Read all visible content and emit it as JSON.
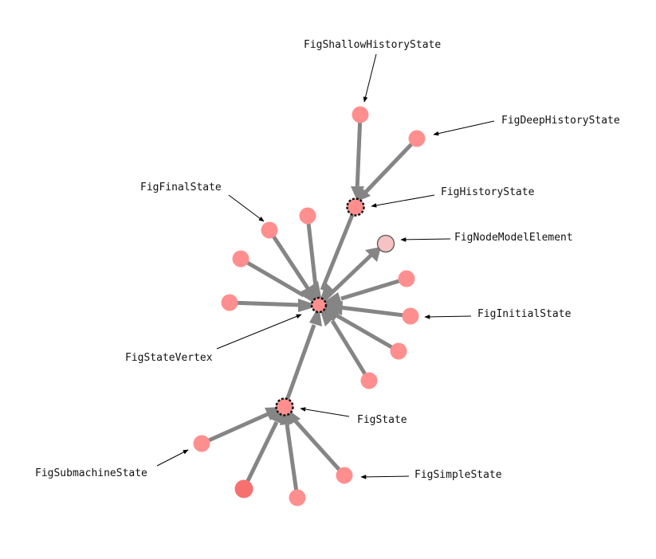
{
  "diagram": {
    "type": "class hierarchy graph",
    "colors": {
      "node": "#ff8f8f",
      "node_dark": "#f77070",
      "highlight_node": "#f6c2c2",
      "edge": "#858585",
      "label": "#111111"
    },
    "labels": {
      "shallow_history": "FigShallowHistoryState",
      "deep_history": "FigDeepHistoryState",
      "history": "FigHistoryState",
      "final": "FigFinalState",
      "node_model": "FigNodeModelElement",
      "initial": "FigInitialState",
      "state_vertex": "FigStateVertex",
      "state": "FigState",
      "submachine": "FigSubmachineState",
      "simple": "FigSimpleState"
    }
  }
}
